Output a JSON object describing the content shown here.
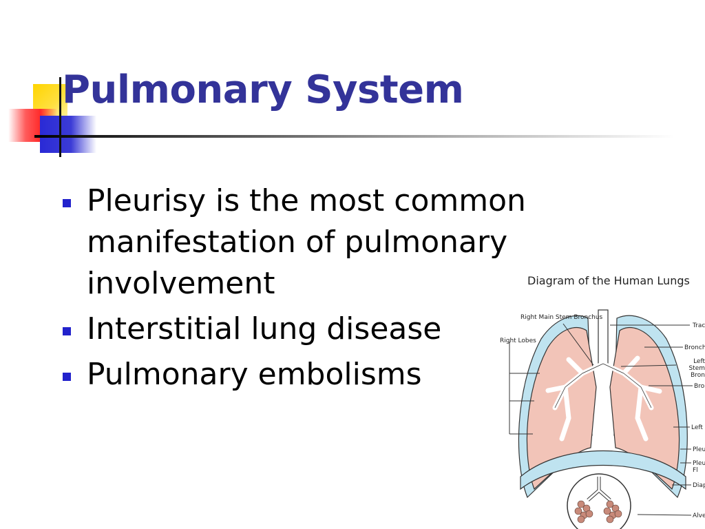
{
  "slide": {
    "title": "Pulmonary System",
    "bullets": [
      "Pleurisy is the most common manifestation of pulmonary involvement",
      "Interstitial lung disease",
      "Pulmonary embolisms"
    ]
  },
  "diagram": {
    "title": "Diagram of the Human Lungs",
    "labels": {
      "right_main_stem": "Right Main Stem Bronchus",
      "right_lobes": "Right Lobes",
      "trachea": "Trac",
      "bronchi": "Bronch",
      "left_stem": "Left Stem Bron",
      "bron": "Bron",
      "left_lobes": "Left L",
      "pleura": "Pleu",
      "pleural_fluid": "Pleu Fl",
      "diaphragm": "Diap",
      "alveoli": "Alve"
    }
  },
  "colors": {
    "title": "#333399",
    "bullet": "#2222cc",
    "lung_fill": "#f2c4b8",
    "pleura_fill": "#bfe3f0"
  }
}
